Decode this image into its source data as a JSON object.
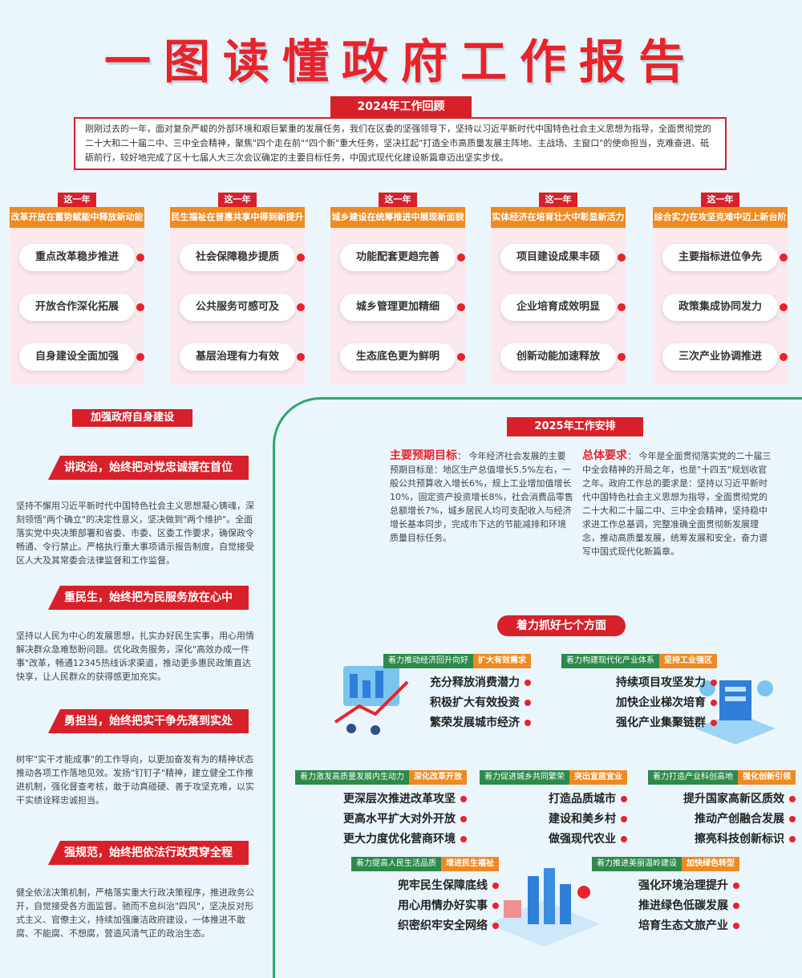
{
  "title": "一图读懂政府工作报告",
  "review": {
    "tag": "2024年工作回顾",
    "text": "刚刚过去的一年，面对复杂严峻的外部环境和艰巨繁重的发展任务，我们在区委的坚强领导下，坚持以习近平新时代中国特色社会主义思想为指导，全面贯彻党的二十大和二十届二中、三中全会精神，聚焦\"四个走在前\"\"四个新\"重大任务，坚决扛起\"打造全市高质量发展主阵地、主战场、主窗口\"的使命担当，克难奋进、砥砺前行，较好地完成了区十七届人大三次会议确定的主要目标任务，中国式现代化建设新篇章迈出坚实步伐。"
  },
  "cards": [
    {
      "year": "这一年",
      "head": "综合实力在攻坚克难中迈上新台阶",
      "items": [
        "主要指标进位争先",
        "政策集成协同发力",
        "三次产业协调推进"
      ]
    },
    {
      "year": "这一年",
      "head": "实体经济在培育壮大中彰显新活力",
      "items": [
        "项目建设成果丰硕",
        "企业培育成效明显",
        "创新动能加速释放"
      ]
    },
    {
      "year": "这一年",
      "head": "城乡建设在统筹推进中展现新面貌",
      "items": [
        "功能配套更趋完善",
        "城乡管理更加精细",
        "生态底色更为鲜明"
      ]
    },
    {
      "year": "这一年",
      "head": "民生福祉在普惠共享中得到新提升",
      "items": [
        "社会保障稳步提质",
        "公共服务可感可及",
        "基层治理有力有效"
      ]
    },
    {
      "year": "这一年",
      "head": "改革开放在蓄势赋能中释放新动能",
      "items": [
        "重点改革稳步推进",
        "开放合作深化拓展",
        "自身建设全面加强"
      ]
    }
  ],
  "government": {
    "tag": "加强政府自身建设",
    "sections": [
      {
        "title": "讲政治，始终把对党忠诚摆在首位",
        "text": "坚持不懈用习近平新时代中国特色社会主义思想凝心铸魂，深刻领悟\"两个确立\"的决定性意义，坚决做到\"两个维护\"。全面落实党中央决策部署和省委、市委、区委工作要求，确保政令畅通、令行禁止。严格执行重大事项请示报告制度，自觉接受区人大及其常委会法律监督和工作监督。"
      },
      {
        "title": "重民生，始终把为民服务放在心中",
        "text": "坚持以人民为中心的发展思想，扎实办好民生实事，用心用情解决群众急难愁盼问题。优化政务服务，深化\"高效办成一件事\"改革，畅通12345热线诉求渠道，推动更多惠民政策直达快享，让人民群众的获得感更加充实。"
      },
      {
        "title": "勇担当，始终把实干争先落到实处",
        "text": "树牢\"实干才能成事\"的工作导向，以更加奋发有为的精神状态推动各项工作落地见效。发扬\"钉钉子\"精神，建立健全工作推进机制，强化督查考核，敢于动真碰硬、善于攻坚克难，以实干实绩诠释忠诚担当。"
      },
      {
        "title": "强规范，始终把依法行政贯穿全程",
        "text": "健全依法决策机制，严格落实重大行政决策程序，推进政务公开，自觉接受各方面监督。驰而不息纠治\"四风\"，坚决反对形式主义、官僚主义，持续加强廉洁政府建设，一体推进不敢腐、不能腐、不想腐，营造风清气正的政治生态。"
      }
    ]
  },
  "plan": {
    "tag": "2025年工作安排",
    "col1": "今年是全面贯彻落实党的二十届三中全会精神的开局之年，也是\"十四五\"规划收官之年。政府工作总的要求是：坚持以习近平新时代中国特色社会主义思想为指导，全面贯彻党的二十大和二十届二中、三中全会精神，坚持稳中求进工作总基调，完整准确全面贯彻新发展理念，推动高质量发展，统筹发展和安全，奋力谱写中国式现代化新篇章。",
    "col1_label": "总体要求",
    "col2": "今年经济社会发展的主要预期目标是：地区生产总值增长5.5%左右，一般公共预算收入增长6%，规上工业增加值增长10%，固定资产投资增长8%，社会消费品零售总额增长7%，城乡居民人均可支配收入与经济增长基本同步，完成市下达的节能减排和环境质量目标任务。",
    "col2_label": "主要预期目标"
  },
  "focus": {
    "tag": "着力抓好七个方面",
    "groups": [
      {
        "a": "坚持工业强区",
        "b": "着力构建现代化产业体系",
        "lines": [
          "持续项目攻坚发力",
          "加快企业梯次培育",
          "强化产业集聚链群"
        ]
      },
      {
        "a": "扩大有效需求",
        "b": "着力推动经济回升向好",
        "lines": [
          "充分释放消费潜力",
          "积极扩大有效投资",
          "繁荣发展城市经济"
        ]
      },
      {
        "a": "强化创新引领",
        "b": "着力打造产业科创高地",
        "lines": [
          "提升国家高新区质效",
          "推动产创融合发展",
          "擦亮科技创新标识"
        ]
      },
      {
        "a": "突出宜居宜业",
        "b": "着力促进城乡共同繁荣",
        "lines": [
          "打造品质城市",
          "建设和美乡村",
          "做强现代农业"
        ]
      },
      {
        "a": "深化改革开放",
        "b": "着力激发高质量发展内生动力",
        "lines": [
          "更深层次推进改革攻坚",
          "更高水平扩大对外开放",
          "更大力度优化营商环境"
        ]
      },
      {
        "a": "加快绿色转型",
        "b": "着力推进美丽温岭建设",
        "lines": [
          "强化环境治理提升",
          "推进绿色低碳发展",
          "培育生态文旅产业"
        ]
      },
      {
        "a": "增进民生福祉",
        "b": "着力提高人民生活品质",
        "lines": [
          "兜牢民生保障底线",
          "用心用情办好实事",
          "织密织牢安全网络"
        ]
      }
    ]
  }
}
